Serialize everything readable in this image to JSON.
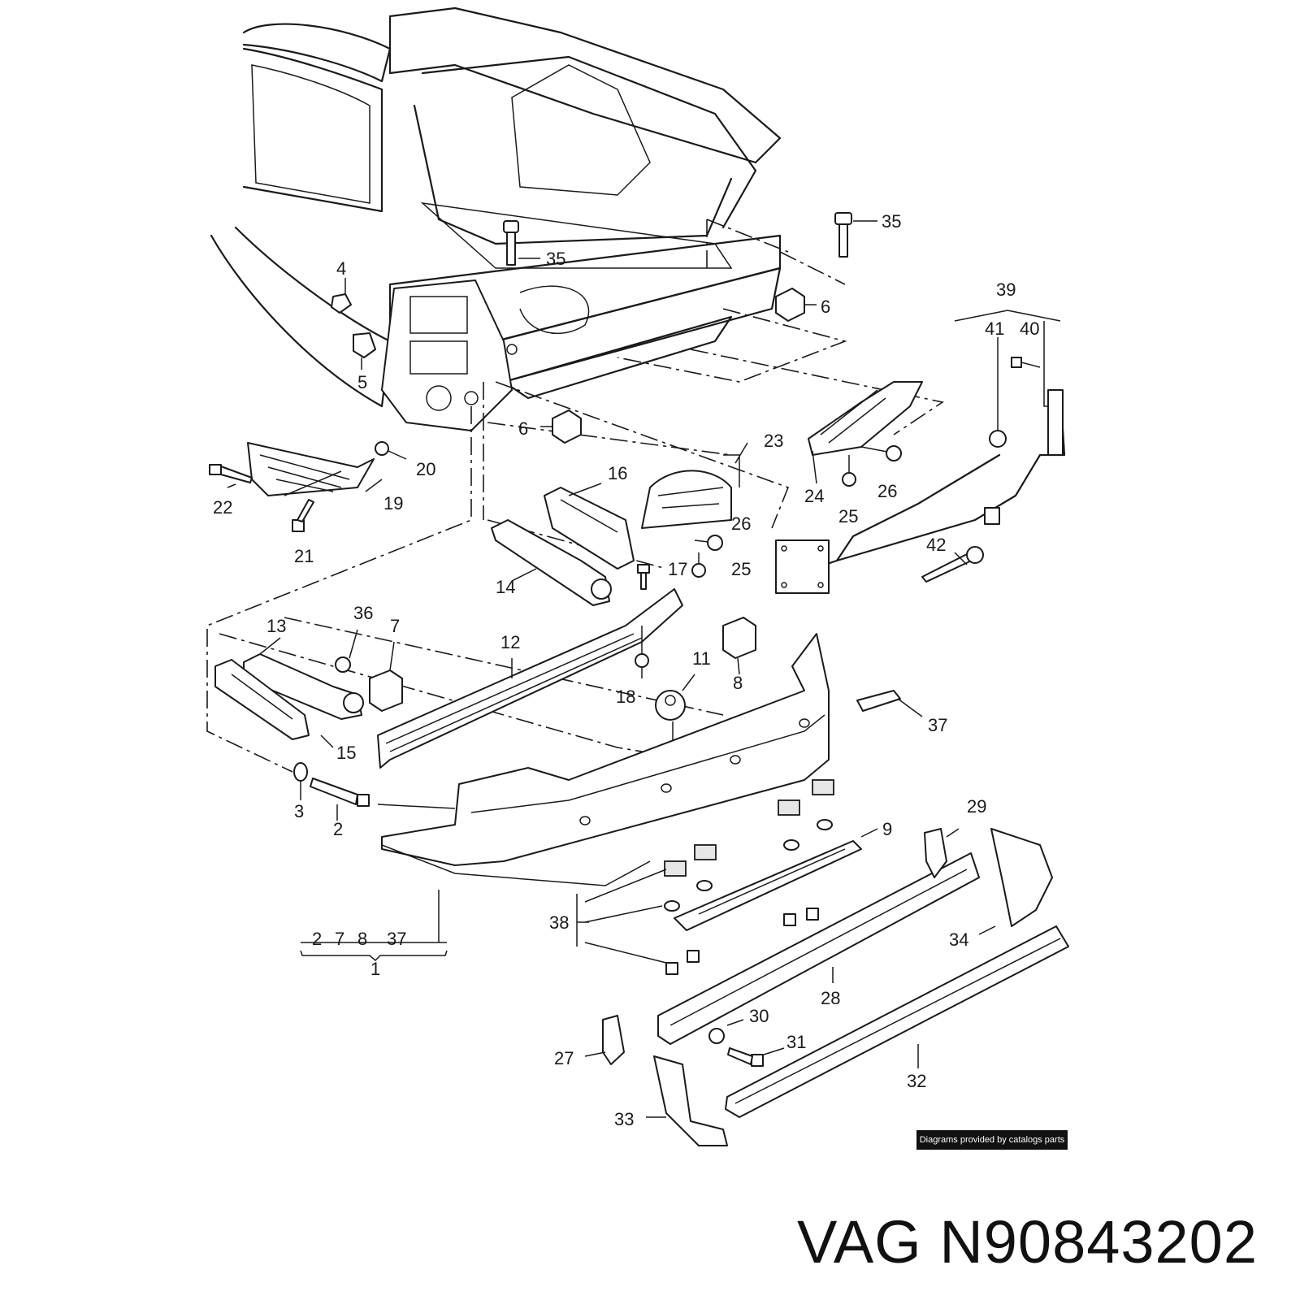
{
  "title": {
    "brand": "VAG",
    "part_number": "N90843202"
  },
  "credit": "Diagrams provided by catalogs parts",
  "callouts": {
    "c4": "4",
    "c5": "5",
    "c35a": "35",
    "c35b": "35",
    "c6a": "6",
    "c6b": "6",
    "c39": "39",
    "c41": "41",
    "c40": "40",
    "c20": "20",
    "c22": "22",
    "c19": "19",
    "c21": "21",
    "c23": "23",
    "c24": "24",
    "c25a": "25",
    "c26a": "26",
    "c16": "16",
    "c26b": "26",
    "c17": "17",
    "c25b": "25",
    "c14": "14",
    "c42": "42",
    "c13": "13",
    "c36": "36",
    "c7": "7",
    "c12": "12",
    "c11": "11",
    "c18": "18",
    "c8": "8",
    "c15": "15",
    "c37": "37",
    "c3": "3",
    "c2": "2",
    "c29": "29",
    "c9": "9",
    "c38": "38",
    "c34": "34",
    "c28": "28",
    "c30": "30",
    "c31": "31",
    "c27": "27",
    "c32": "32",
    "c33": "33",
    "c1": "1",
    "group1": [
      "2",
      "7",
      "8",
      "37"
    ]
  }
}
